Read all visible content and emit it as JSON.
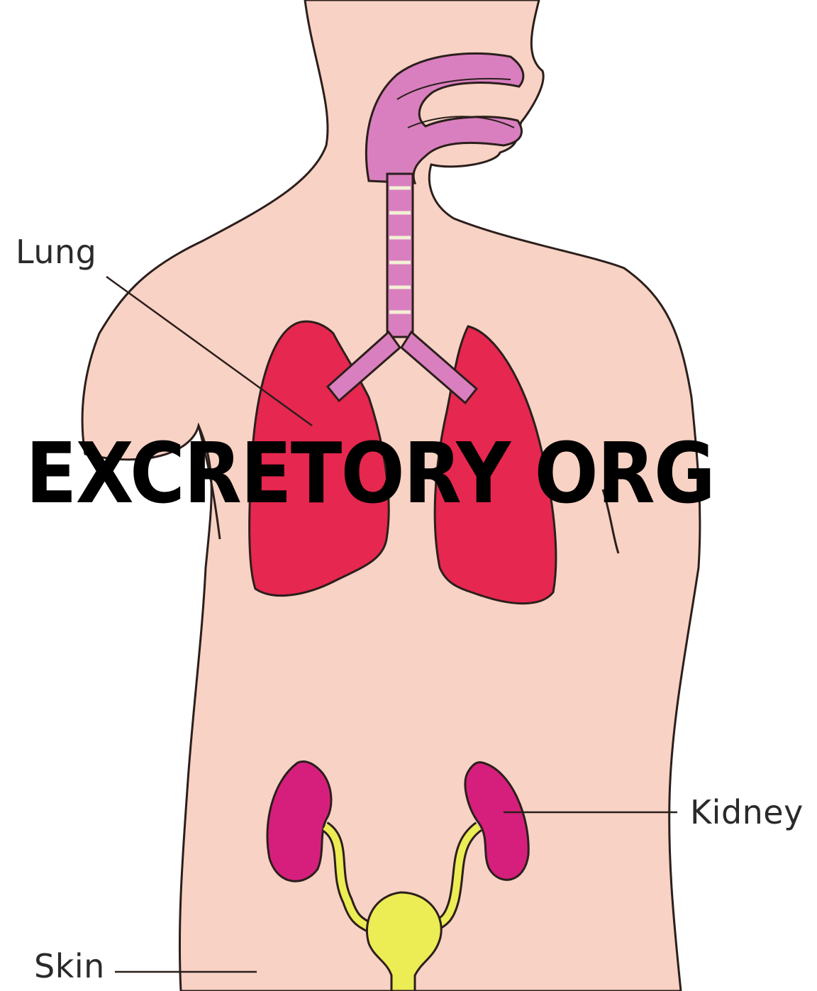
{
  "overlay_title": "EXCRETORY ORG",
  "labels": {
    "lung": "Lung",
    "kidney": "Kidney",
    "skin": "Skin"
  },
  "colors": {
    "skin": "#f8d2c4",
    "outline": "#2b1f1c",
    "lung": "#e6274f",
    "airway": "#d97fbf",
    "cartilage_ring": "#f3efd6",
    "kidney": "#d61f7d",
    "ureter_bladder": "#ecec55"
  }
}
